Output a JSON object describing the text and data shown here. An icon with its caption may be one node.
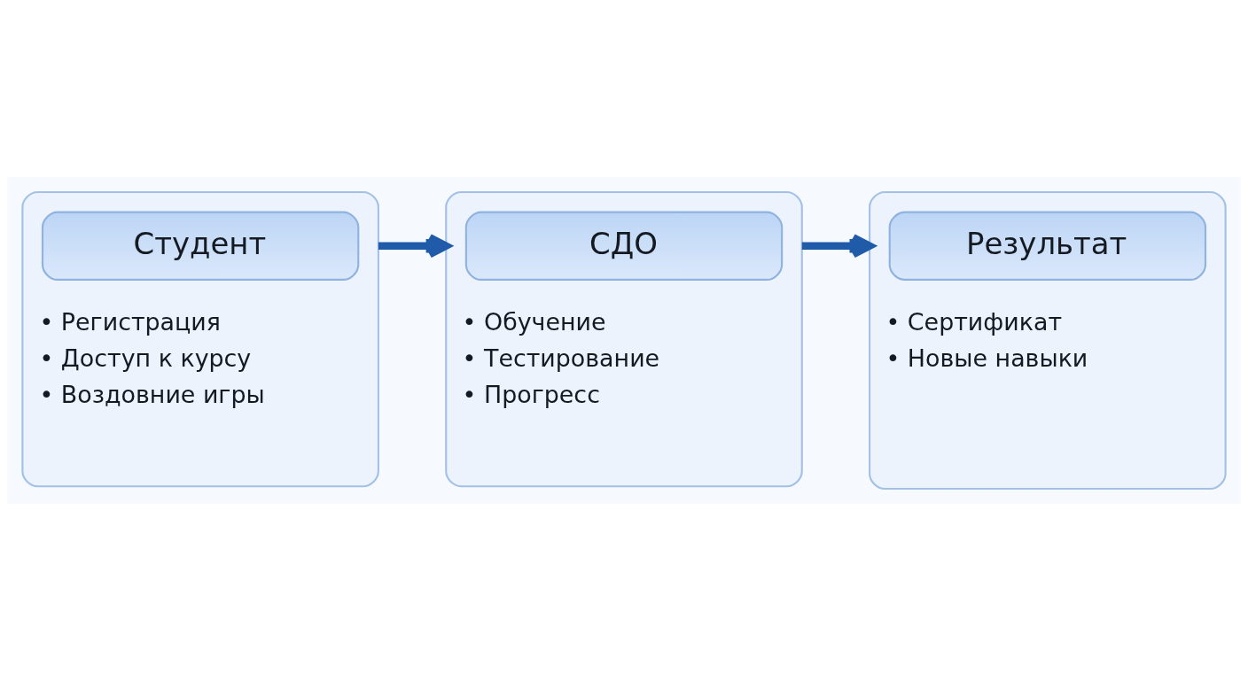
{
  "diagram": {
    "nodes": [
      {
        "text": [
          "• Регистрация",
          "• Доступ к курсу",
          "• Воздовние игры"
        ]
      },
      {
        "text": [
          "Студент"
        ],
        "in": 0
      },
      {
        "text": [
          "• Обучение",
          "• Тестирование",
          "• Прогресс"
        ]
      },
      {
        "text": [
          "СДО"
        ],
        "in": 2
      },
      {
        "text": [
          "• Сертификат",
          "• Новые навыки"
        ]
      },
      {
        "text": [
          "Результат"
        ],
        "in": 4
      }
    ],
    "edges": [
      {
        "from": 0,
        "to": 2,
        "arrow": "to"
      },
      {
        "from": 2,
        "to": 4,
        "arrow": "to"
      }
    ]
  }
}
